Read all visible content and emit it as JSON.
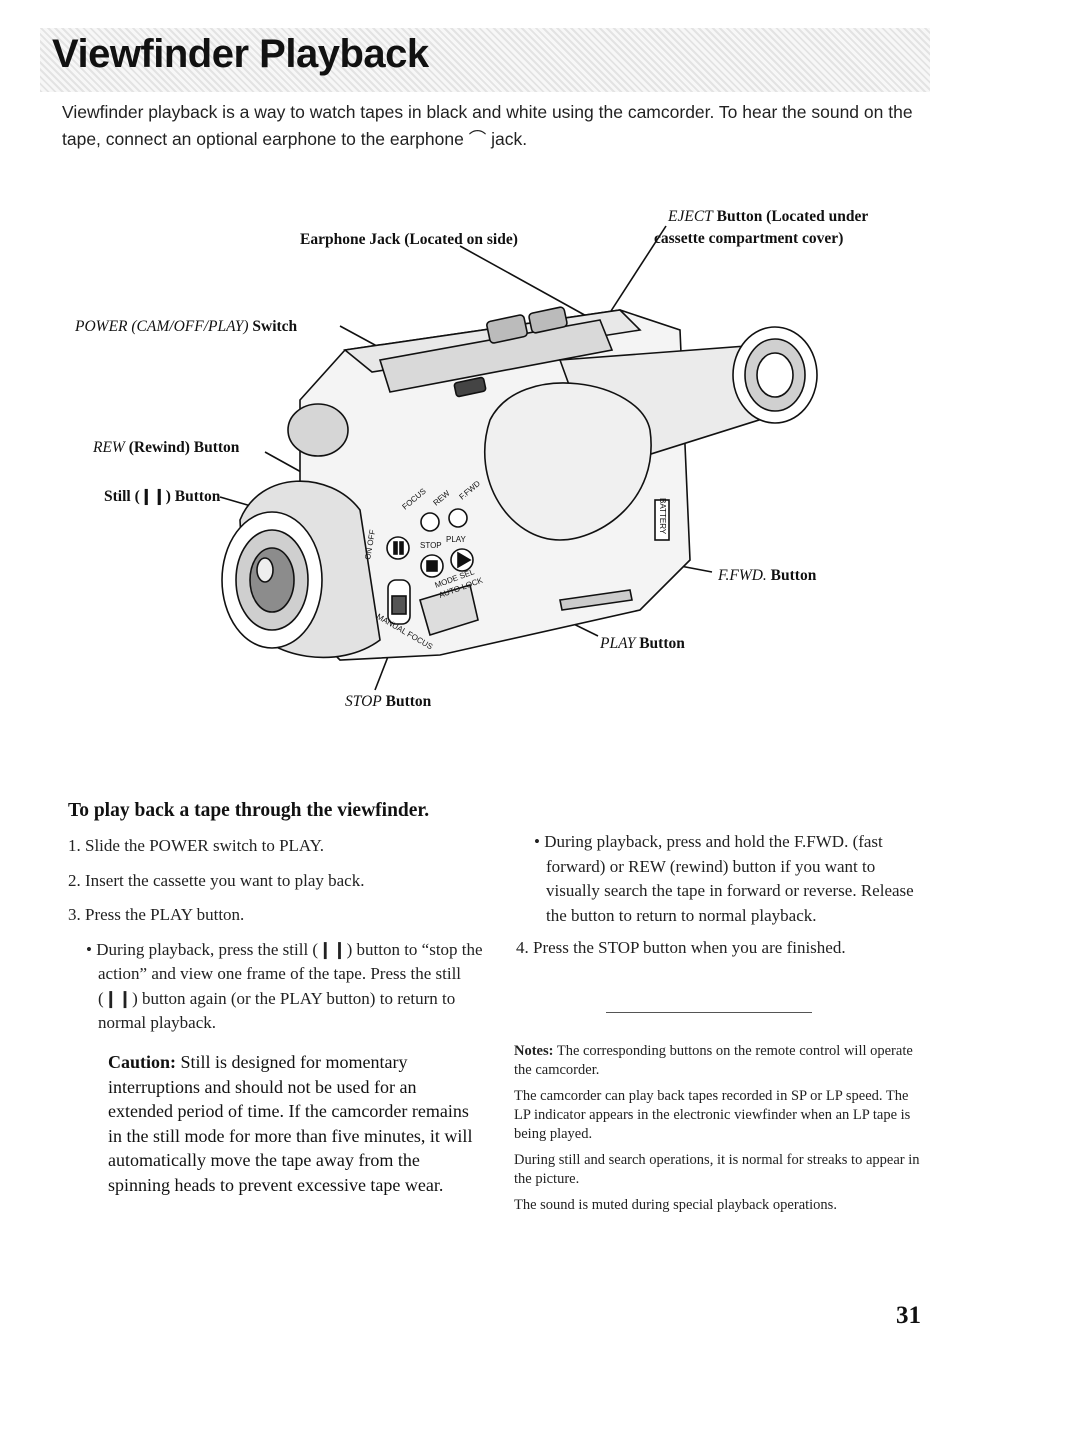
{
  "page": {
    "title": "Viewfinder Playback",
    "intro": "Viewfinder playback is a way to watch tapes in black and white using the camcorder. To hear the sound on the tape, connect an optional earphone to the earphone ⌒ jack.",
    "page_number": "31"
  },
  "diagram": {
    "earphone_jack": "Earphone Jack (Located on side)",
    "eject_line1_italic": "EJECT",
    "eject_line1_rest": " Button (Located under",
    "eject_line2": "cassette compartment cover)",
    "power_italic": "POWER (CAM/OFF/PLAY)",
    "power_rest": " Switch",
    "rew_italic": "REW",
    "rew_rest": " (Rewind) Button",
    "still": "Still (❙❙) Button",
    "ffwd_italic": "F.FWD.",
    "ffwd_rest": " Button",
    "play_italic": "PLAY",
    "play_rest": " Button",
    "stop_italic": "STOP",
    "stop_rest": " Button",
    "camera_labels": {
      "battery": "BATTERY",
      "focus": "FOCUS",
      "rew": "REW",
      "ffwd": "F.FWD",
      "stop": "STOP",
      "play": "PLAY",
      "on_off": "ON OFF",
      "mode_sel": "MODE SEL",
      "auto_lock": "AUTO LOCK",
      "manual_focus": "MANUAL FOCUS"
    }
  },
  "instructions": {
    "heading": "To play back a tape through the viewfinder.",
    "step1": "1.  Slide the POWER switch to PLAY.",
    "step2": "2.  Insert the cassette you want to play back.",
    "step3": "3.  Press the PLAY button.",
    "bullet1": "• During playback, press the still (❙❙) button to “stop the action” and view one frame of the tape. Press the still (❙❙) button again (or the PLAY button) to return to normal playback.",
    "bullet2": "• During playback, press and hold the F.FWD. (fast forward) or REW (rewind) button if you want to visually search the tape in forward or reverse. Release the button to return to normal playback.",
    "step4": "4.  Press the STOP button when you are finished."
  },
  "caution": {
    "label": "Caution:",
    "text": " Still is designed for momentary interruptions and should not be used for an extended period of time. If the camcorder remains in the still mode for more than five minutes, it will automatically move the tape away from the spinning heads to prevent excessive tape wear."
  },
  "notes": {
    "label": "Notes:",
    "note1": " The corresponding buttons on the remote control will operate the camcorder.",
    "note2": "The camcorder can play back tapes recorded in SP or LP speed. The LP indicator appears in the electronic viewfinder when an LP tape is being played.",
    "note3": "During still and search operations, it is normal for streaks to appear in the picture.",
    "note4": "The sound is muted during special playback operations."
  }
}
